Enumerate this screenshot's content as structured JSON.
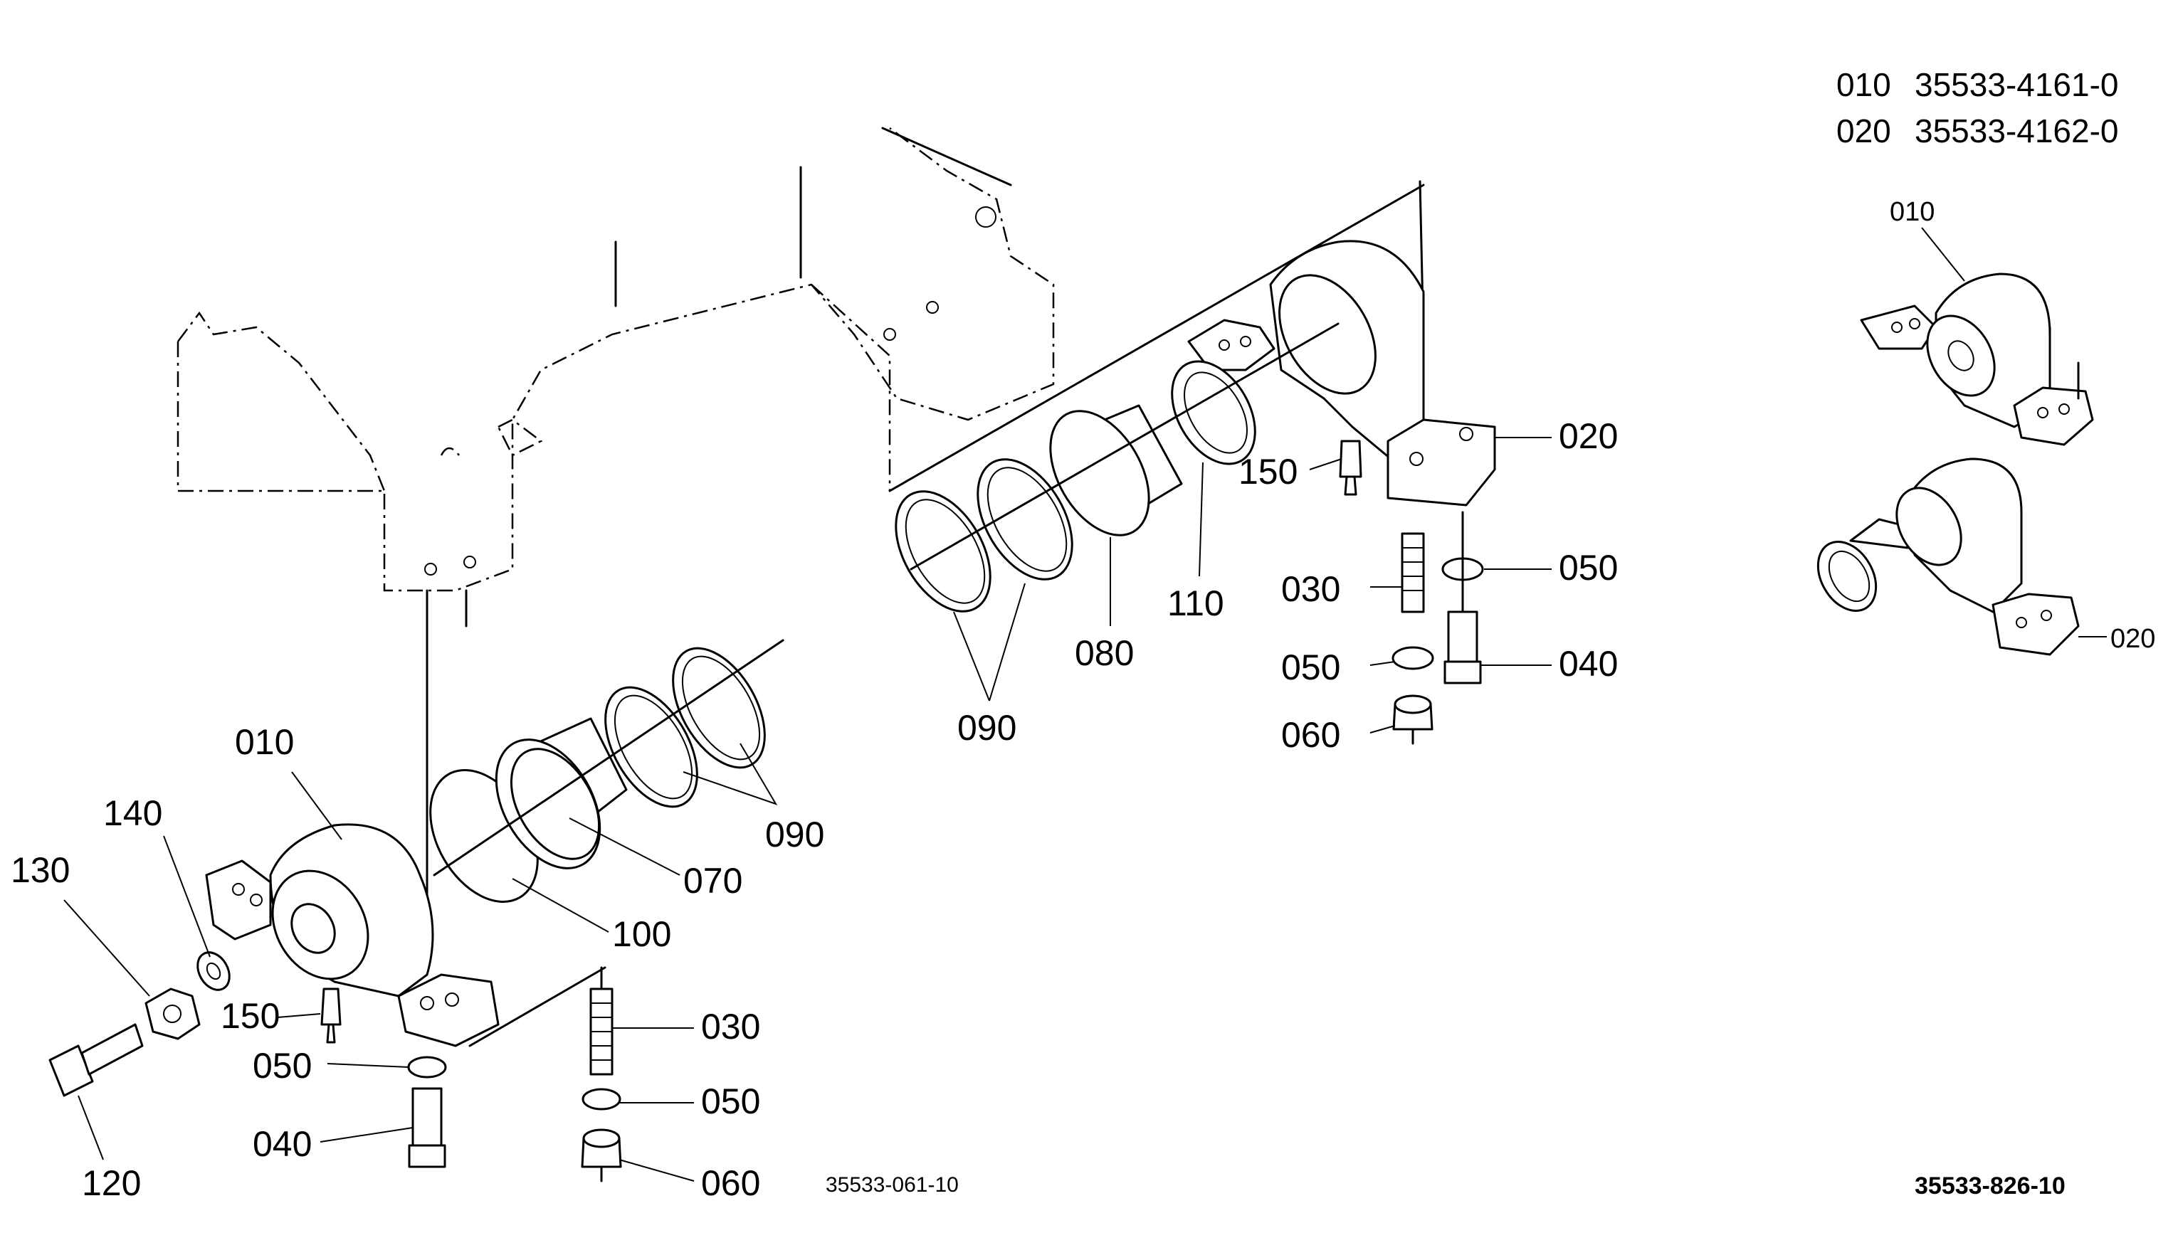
{
  "part_numbers": [
    {
      "ref": "010",
      "number": "35533-4161-0"
    },
    {
      "ref": "020",
      "number": "35533-4162-0"
    }
  ],
  "callouts": {
    "l010": "010",
    "l140": "140",
    "l130": "130",
    "l120": "120",
    "l150a": "150",
    "l050a": "050",
    "l040a": "040",
    "l100": "100",
    "l070": "070",
    "l090a": "090",
    "l030a": "030",
    "l050b": "050",
    "l060a": "060",
    "l090b": "090",
    "l080": "080",
    "l110": "110",
    "l150b": "150",
    "l020": "020",
    "l030b": "030",
    "l050c": "050",
    "l050d": "050",
    "l040b": "040",
    "l060b": "060",
    "inset010": "010",
    "inset020": "020"
  },
  "drawing_codes": {
    "main": "35533-061-10",
    "inset": "35533-826-10"
  }
}
